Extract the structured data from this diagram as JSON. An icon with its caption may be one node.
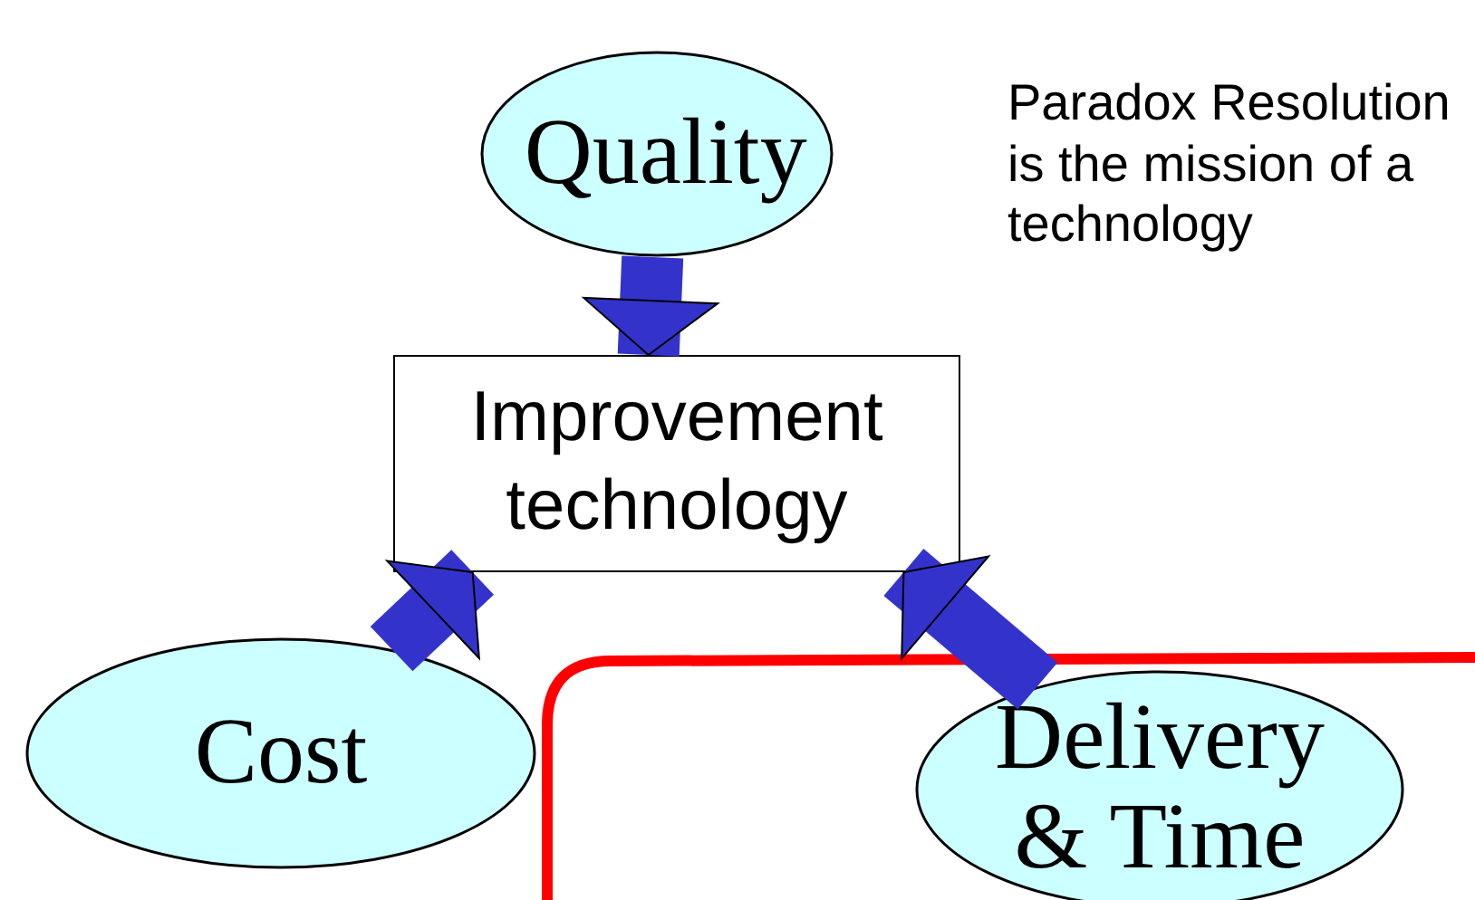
{
  "diagram": {
    "nodes": [
      {
        "text": [
          "Quality"
        ]
      },
      {
        "text": [
          "Improvement technology"
        ]
      },
      {
        "text": [
          "Cost"
        ]
      },
      {
        "text": [
          "Delivery & Time"
        ]
      }
    ],
    "edges": [
      {
        "from": 0,
        "to": 1,
        "arrow": "to"
      },
      {
        "from": 2,
        "to": 1,
        "arrow": "to"
      },
      {
        "from": 3,
        "to": 1,
        "arrow": "to"
      }
    ],
    "labels": [
      "Paradox Resolution is the mission of a technology"
    ]
  }
}
